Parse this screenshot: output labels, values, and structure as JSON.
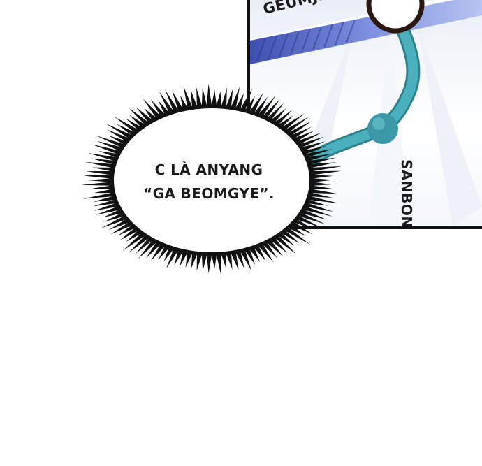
{
  "panel": {
    "map": {
      "stations": {
        "geumjeong": "GEUMJEONG",
        "sanbon": "SANBON"
      },
      "colors": {
        "line_stripe": "#5b6ec9",
        "line_teal": "#3e9aa8",
        "station_ring": "#2a1712",
        "frame": "#101010"
      }
    },
    "bubble": {
      "line1": "C LÀ ANYANG",
      "line2": "“GA BEOMGYE”."
    }
  }
}
